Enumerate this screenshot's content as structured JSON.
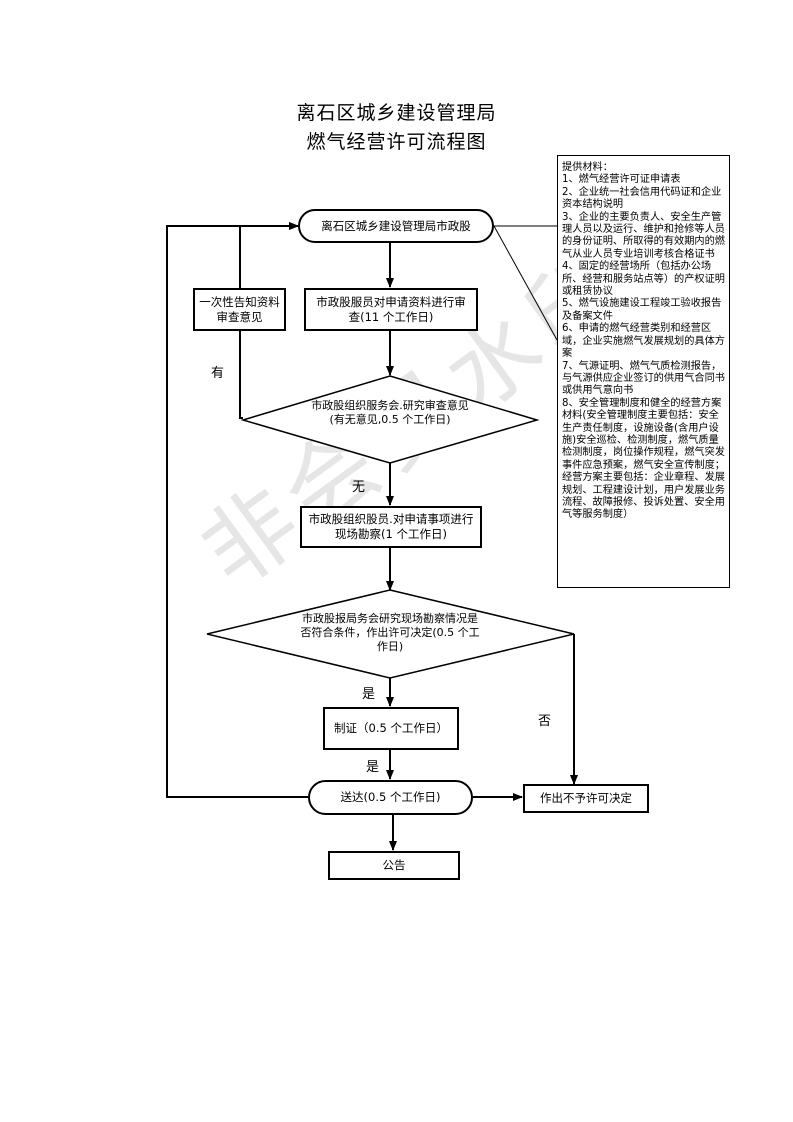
{
  "title": {
    "line1": "离石区城乡建设管理局",
    "line2": "燃气经营许可流程图"
  },
  "watermark": "非会员水印",
  "nodes": {
    "start": "离石区城乡建设管理局市政股",
    "review": "市政股服员对申请资料进行审查(11 个工作日)",
    "notify": "一次性告知资料审查意见",
    "meeting": "市政股组织服务会.研究审查意见(有无意见,0.5 个工作日)",
    "survey": "市政股组织股员.对申请事项进行现场勘察(1 个工作日)",
    "decision": "市政股报局务会研究现场勘察情况是否符合条件，作出许可决定(0.5 个工作日)",
    "issue": "制证（0.5 个工作日）",
    "deliver": "送达(0.5 个工作日)",
    "deny": "作出不予许可决定",
    "announce": "公告"
  },
  "labels": {
    "you": "有",
    "wu": "无",
    "yes1": "是",
    "yes2": "是",
    "no": "否"
  },
  "materials": {
    "heading": "提供材料：",
    "items": [
      "1、燃气经营许可证申请表",
      "2、企业统一社会信用代码证和企业资本结构说明",
      "3、企业的主要负责人、安全生产管理人员以及运行、维护和抢修等人员的身份证明、所取得的有效期内的燃气从业人员专业培训考核合格证书",
      "4、固定的经营场所（包括办公场所、经营和服务站点等）的产权证明或租赁协议",
      "5、燃气设施建设工程竣工验收报告及备案文件",
      "6、申请的燃气经营类别和经营区域，企业实施燃气发展规划的具体方案",
      "7、气源证明、燃气气质检测报告，与气源供应企业签订的供用气合同书或供用气意向书",
      "8、安全管理制度和健全的经营方案材料(安全管理制度主要包括：安全生产责任制度，设施设备(含用户设施)安全巡检、检测制度，燃气质量检测制度，岗位操作规程，燃气突发事件应急预案，燃气安全宣传制度；经营方案主要包括：企业章程、发展规划、工程建设计划，用户发展业务流程、故障报修、投诉处置、安全用气等服务制度）"
    ]
  }
}
